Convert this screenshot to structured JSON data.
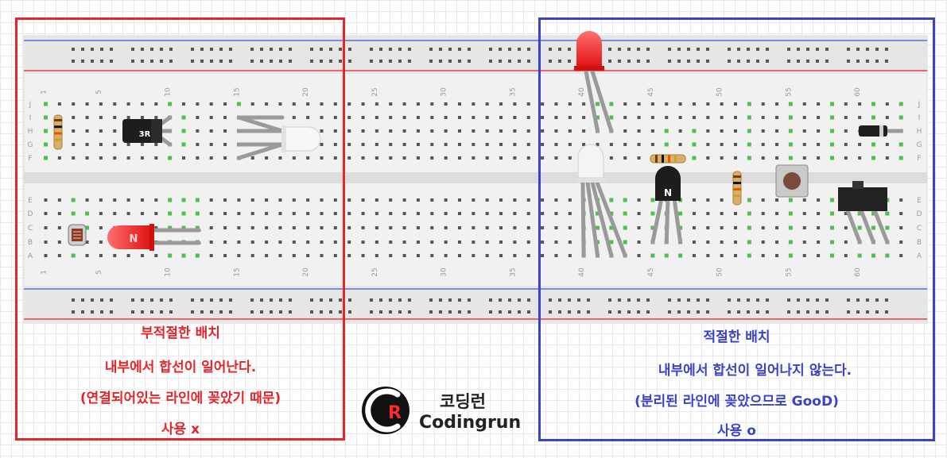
{
  "breadboard": {
    "column_numbers": [
      "1",
      "5",
      "10",
      "15",
      "20",
      "25",
      "30",
      "35",
      "40",
      "45",
      "50",
      "55",
      "60"
    ],
    "top_row_letters": [
      "J",
      "I",
      "H",
      "G",
      "F"
    ],
    "bottom_row_letters": [
      "E",
      "D",
      "C",
      "B",
      "A"
    ]
  },
  "left_panel": {
    "border_color": "#e4262b",
    "line1": "부적절한 배치",
    "line2": "내부에서 합선이 일어난다.",
    "line3": "(연결되어있는 라인에 꽂았기 때문)",
    "line4": "사용 x"
  },
  "right_panel": {
    "border_color": "#3a43c8",
    "line1": "적절한 배치",
    "line2": "내부에서 합선이 일어나지 않는다.",
    "line3": "(분리된 라인에 꽂았으므로 GooD)",
    "line4": "사용 o"
  },
  "logo": {
    "mark": "CR",
    "name_ko": "코딩런",
    "name_en": "Codingrun"
  },
  "component_labels": {
    "transistor_left": "3R",
    "transistor_right": "N",
    "led_mark": "N"
  }
}
